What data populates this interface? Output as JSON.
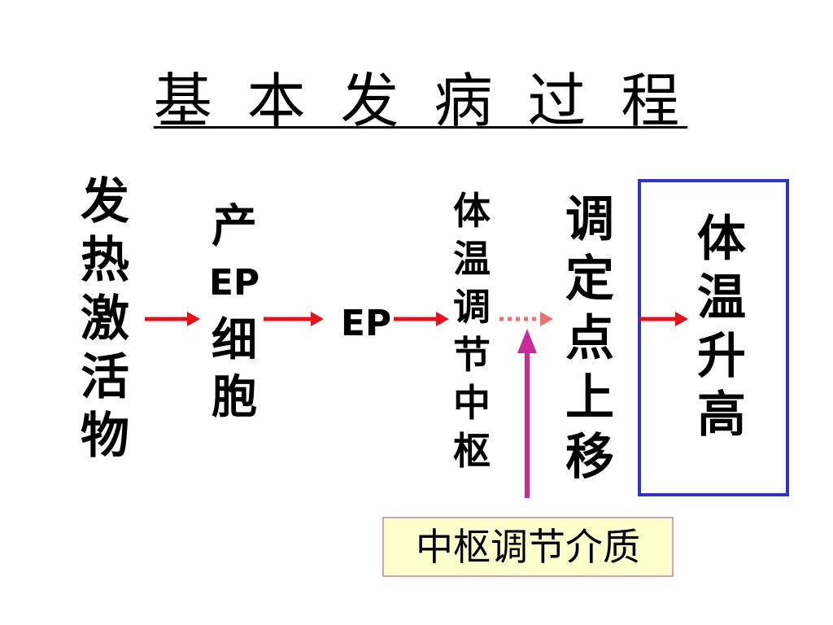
{
  "title": "基 本 发 病 过 程",
  "nodes": {
    "stimulus": "发热激活物",
    "ep_cell": {
      "line1": "产",
      "line2": "EP",
      "line3": "细胞"
    },
    "ep": "EP",
    "center": "体温调节中枢",
    "setpoint": "调定点上移",
    "result": "体温升高"
  },
  "mediator": "中枢调节介质",
  "colors": {
    "arrow": "#e8101a",
    "dotted_arrow": "#f07070",
    "mediator_arrow": "#cc2a9a",
    "result_border": "#2b32d6",
    "mediator_fill": "#ffffcc"
  }
}
